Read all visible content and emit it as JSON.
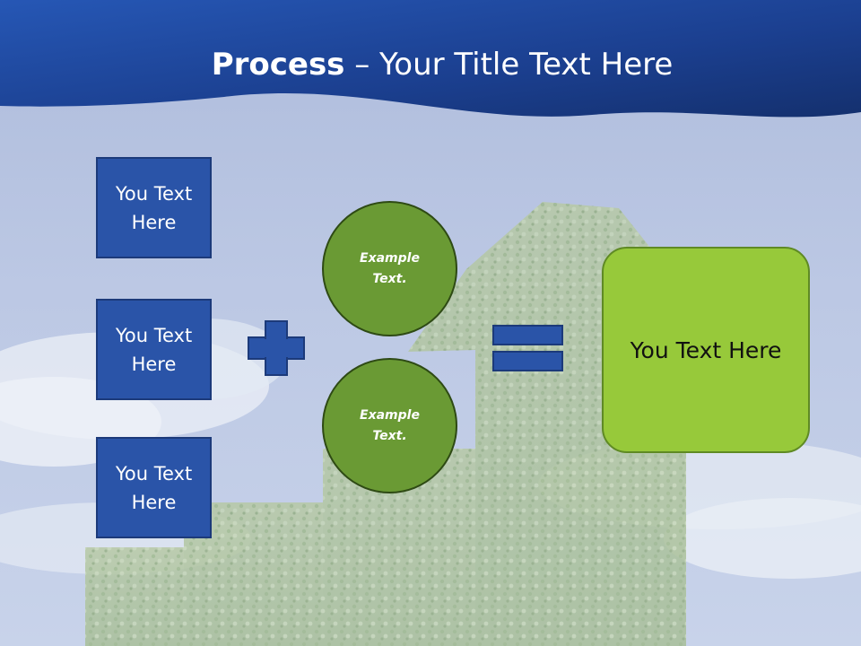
{
  "slide": {
    "title_bold": "Process",
    "title_rest": " – Your Title Text Here"
  },
  "inputs": [
    {
      "label": "You Text Here"
    },
    {
      "label": "You Text Here"
    },
    {
      "label": "You Text Here"
    }
  ],
  "circles": [
    {
      "label": "Example Text."
    },
    {
      "label": "Example Text."
    }
  ],
  "result": {
    "label": "You Text Here"
  },
  "colors": {
    "banner_dark": "#14306e",
    "banner_light": "#2657b5",
    "box_fill": "#2a54a8",
    "circle_fill": "#6a9a34",
    "result_fill": "#97c93a"
  }
}
